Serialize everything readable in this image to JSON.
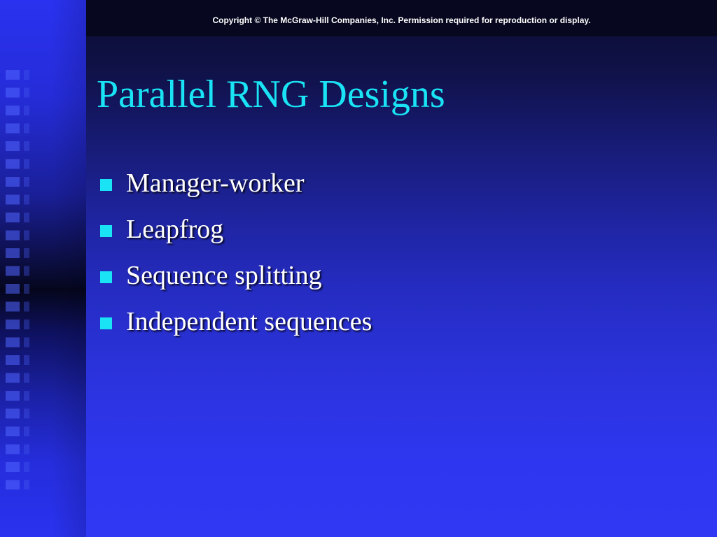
{
  "header": {
    "copyright": "Copyright © The McGraw-Hill Companies, Inc. Permission required for reproduction or display."
  },
  "slide": {
    "title": "Parallel RNG Designs",
    "bullets": [
      "Manager-worker",
      "Leapfrog",
      "Sequence splitting",
      "Independent sequences"
    ]
  },
  "colors": {
    "title": "#19e3f4",
    "bullet_marker": "#19e3f4",
    "background": "#2b33dd",
    "text": "#ffffff"
  },
  "icons": {
    "bullet": "square-bullet-icon"
  }
}
